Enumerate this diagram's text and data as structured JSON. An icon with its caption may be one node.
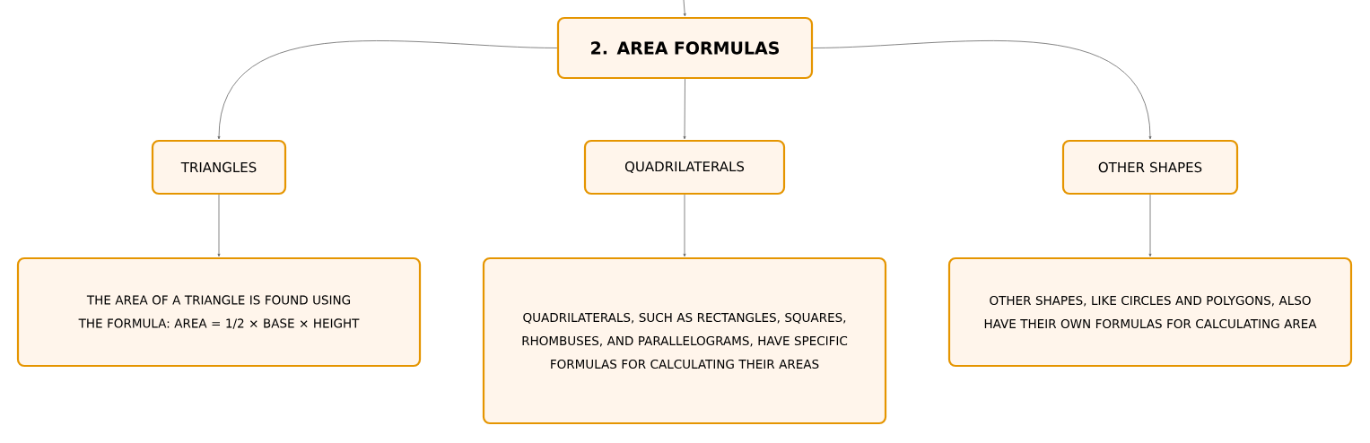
{
  "diagram": {
    "nodes": [
      {
        "text": [
          "2. AREA FORMULAS"
        ]
      },
      {
        "text": [
          "TRIANGLES"
        ]
      },
      {
        "text": [
          "QUADRILATERALS"
        ]
      },
      {
        "text": [
          "OTHER SHAPES"
        ]
      },
      {
        "text": [
          "THE AREA OF A TRIANGLE IS FOUND USING THE FORMULA: AREA = 1/2 × BASE × HEIGHT"
        ]
      },
      {
        "text": [
          "QUADRILATERALS, SUCH AS RECTANGLES, SQUARES, RHOMBUSES, AND PARALLELOGRAMS, HAVE SPECIFIC FORMULAS FOR CALCULATING THEIR AREAS"
        ]
      },
      {
        "text": [
          "OTHER SHAPES, LIKE CIRCLES AND POLYGONS, ALSO HAVE THEIR OWN FORMULAS FOR CALCULATING AREA"
        ]
      }
    ],
    "edges": [
      {
        "from": null,
        "to": 0,
        "arrow": "to"
      },
      {
        "from": 0,
        "to": 1,
        "arrow": "to"
      },
      {
        "from": 0,
        "to": 2,
        "arrow": "to"
      },
      {
        "from": 0,
        "to": 3,
        "arrow": "to"
      },
      {
        "from": 1,
        "to": 4,
        "arrow": "to"
      },
      {
        "from": 2,
        "to": 5,
        "arrow": "to"
      },
      {
        "from": 3,
        "to": 6,
        "arrow": "to"
      }
    ]
  }
}
